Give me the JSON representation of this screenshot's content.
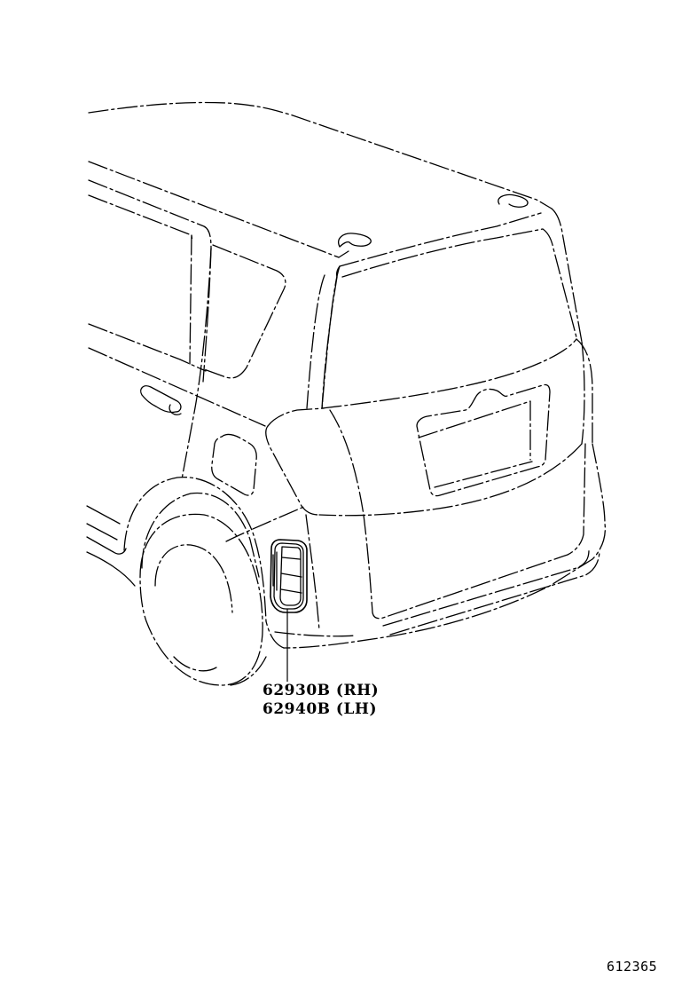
{
  "diagram": {
    "subject": "Vehicle rear quarter view (line illustration)",
    "callouts": [
      {
        "part_number": "62930B",
        "side": "(RH)",
        "text": "62930B (RH)",
        "target": "quarter-vent-louver"
      },
      {
        "part_number": "62940B",
        "side": "(LH)",
        "text": "62940B (LH)",
        "target": "quarter-vent-louver"
      }
    ],
    "diagram_id": "612365"
  },
  "colors": {
    "background": "#ffffff",
    "line": "#000000"
  }
}
